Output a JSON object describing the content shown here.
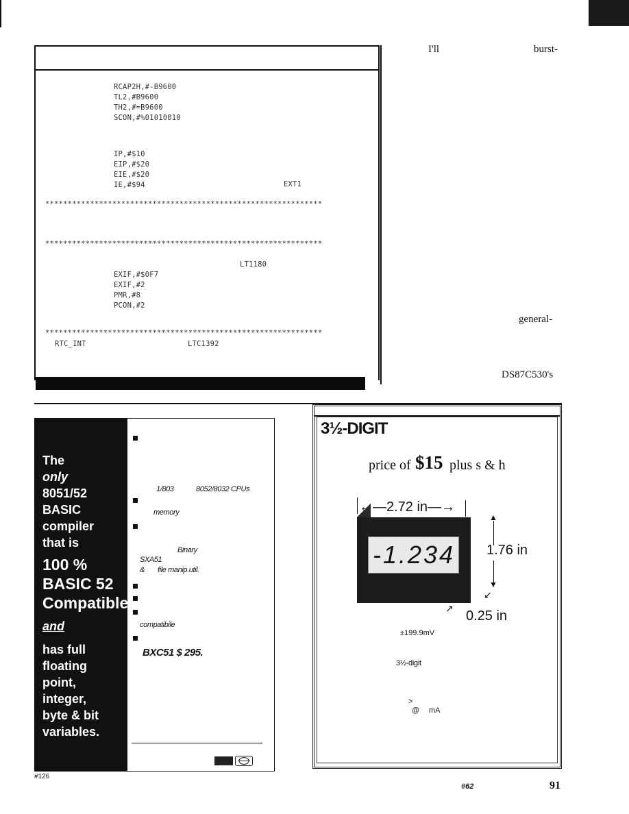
{
  "code_listing": {
    "block1": [
      "RCAP2H,#-B9600",
      "TL2,#B9600",
      "TH2,#=B9600",
      "SCON,#%01010010"
    ],
    "block2": [
      "IP,#$10",
      "EIP,#$20",
      "EIE,#$20",
      "IE,#$94"
    ],
    "block2_note": "EXT1",
    "stars": "**************************************************************",
    "lt_ref": "LT1180",
    "block3": [
      "EXIF,#$0F7",
      "EXIF,#2",
      "PMR,#8",
      "PCON,#2"
    ],
    "rtc_label": "RTC_INT",
    "ltc_ref": "LTC1392"
  },
  "right_column": {
    "line1_a": "I'll",
    "line1_b": "burst-",
    "general": "general-",
    "ds": "DS87C530's"
  },
  "ad_basic": {
    "headline_lines": [
      "The",
      "only",
      "8051/52",
      "BASIC",
      "compiler",
      "that is"
    ],
    "big_lines": [
      "100 %",
      "BASIC 52",
      "Compatible"
    ],
    "and_word": "and",
    "tail_lines": [
      "has full",
      "floating",
      "point,",
      "integer,",
      "byte & bit",
      "variables."
    ],
    "cpus_a": "1/803",
    "cpus_b": "8052/8032 CPUs",
    "memory": "memory",
    "binary": "Binary",
    "sxa": "SXA51",
    "file_util": "file manip.util.",
    "amp": "&",
    "compatible": "compatibile",
    "price": "BXC51 $ 295.",
    "reader_service": "#126"
  },
  "ad_meter": {
    "title": "3½-DIGIT",
    "price_line_a": "price of",
    "price_amount": "$15",
    "price_line_b": "plus s & h",
    "dim_width": "2.72 in",
    "dim_height": "1.76 in",
    "dim_depth": "0.25 in",
    "display_value": "-1.234",
    "range": "±199.9mV",
    "digit_note": "3½-digit",
    "gt": ">",
    "at": "@",
    "ma": "mA",
    "reader_service": "#62"
  },
  "page_number": "91"
}
